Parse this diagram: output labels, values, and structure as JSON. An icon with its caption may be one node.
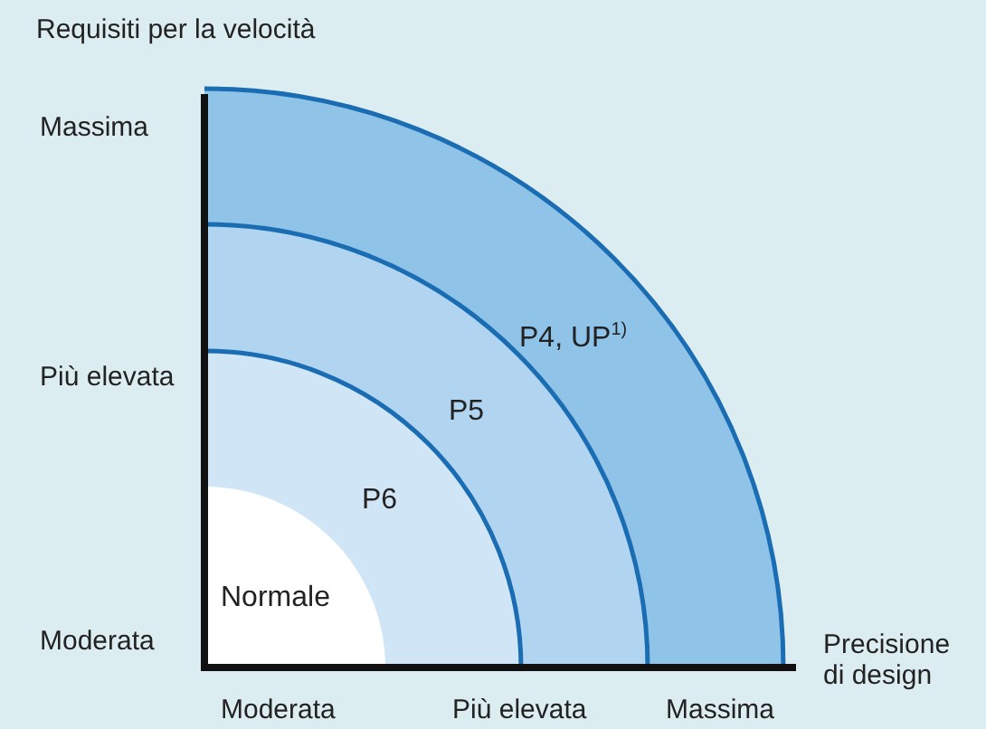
{
  "diagram": {
    "nodes": [
      {
        "text": [
          "P4, UP$^{1)}$"
        ]
      },
      {
        "text": [
          "P5"
        ],
        "in": 0
      },
      {
        "text": [
          "P6"
        ],
        "in": 1
      },
      {
        "text": [
          "Normale"
        ],
        "in": 2
      }
    ],
    "labels": [
      "Requisiti per la velocità",
      "Massima",
      "Più elevata",
      "Moderata",
      "Precisione di design",
      "Moderata",
      "Più elevata",
      "Massima"
    ]
  }
}
